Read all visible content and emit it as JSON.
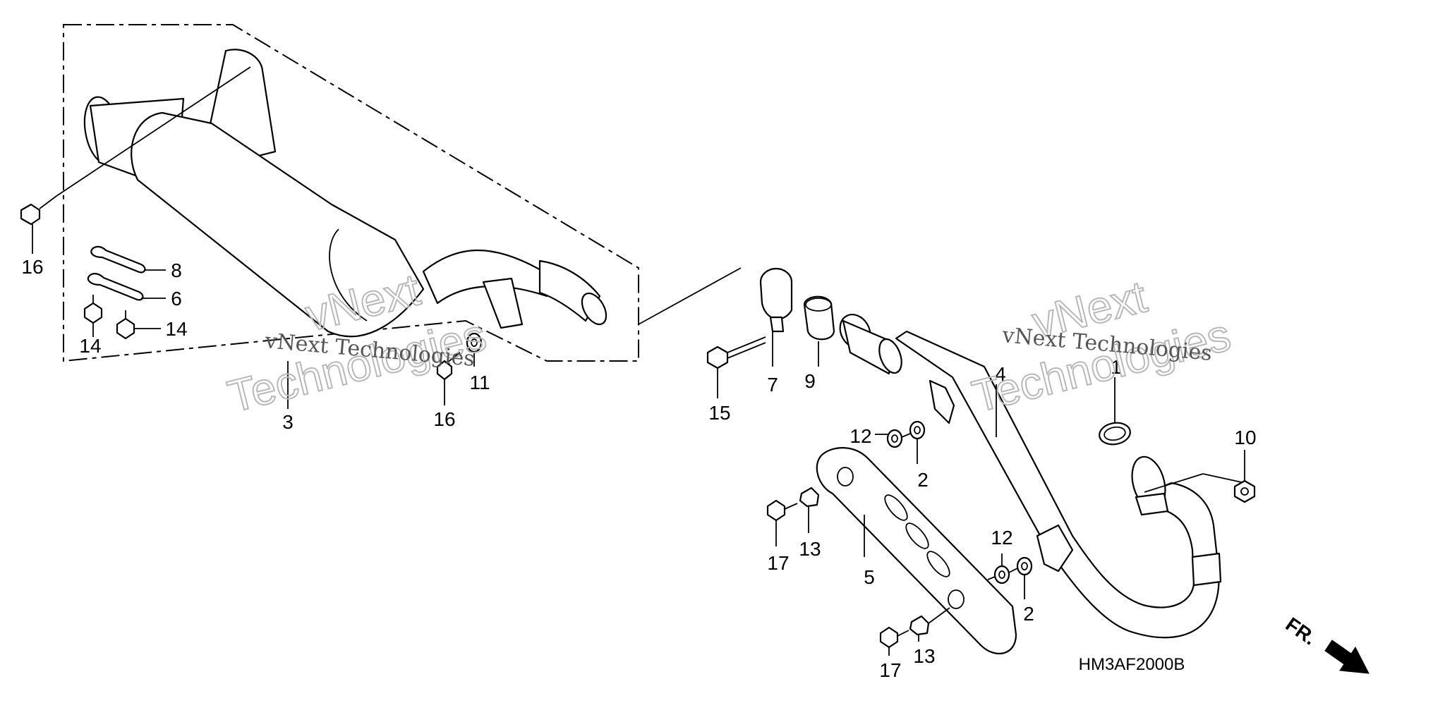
{
  "diagram": {
    "code": "HM3AF2000B",
    "front_label": "FR.",
    "watermark": {
      "company": "vNext Technologies",
      "big_line1": "vNext",
      "big_line2": "Technologies"
    },
    "callouts": {
      "c1": "1",
      "c2a": "2",
      "c2b": "2",
      "c3": "3",
      "c4": "4",
      "c5": "5",
      "c6": "6",
      "c7": "7",
      "c8": "8",
      "c9": "9",
      "c10": "10",
      "c11": "11",
      "c12a": "12",
      "c12b": "12",
      "c13a": "13",
      "c13b": "13",
      "c14a": "14",
      "c14b": "14",
      "c15": "15",
      "c16a": "16",
      "c16b": "16",
      "c17a": "17",
      "c17b": "17"
    }
  }
}
